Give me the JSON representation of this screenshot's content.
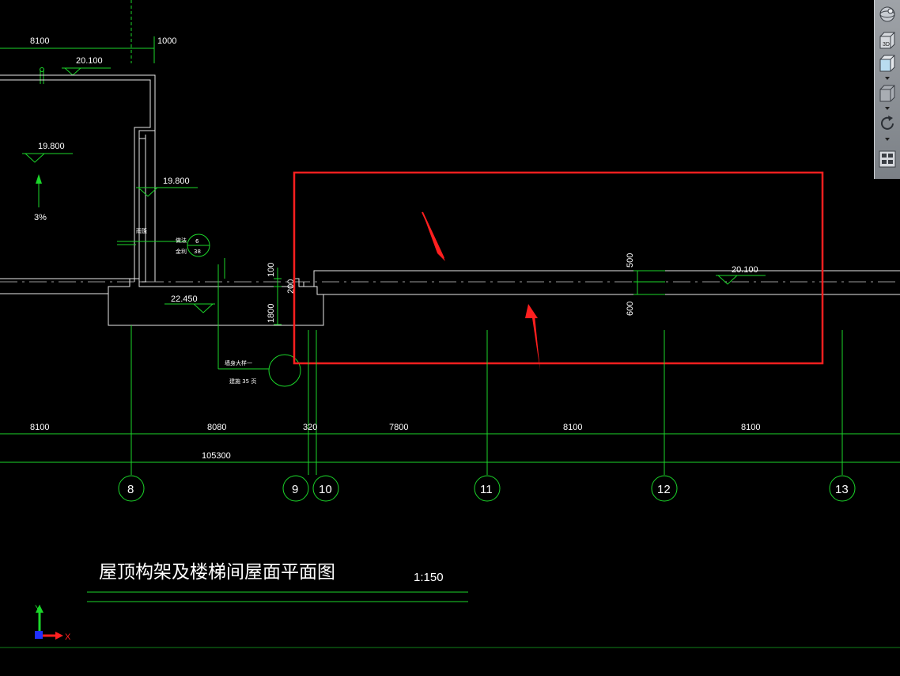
{
  "drawing": {
    "title": "屋顶构架及楼梯间屋面平面图",
    "scale": "1:150",
    "top_dims": {
      "d1": "8100",
      "d2": "1000"
    },
    "elevations": {
      "e1": "20.100",
      "e2": "19.800",
      "e3": "19.800",
      "e4": "22.450",
      "e5": "20.100"
    },
    "slope": "3%",
    "label_canopy": "雨篷",
    "detail_ref": {
      "top_left": "做法",
      "bottom_left": "金利",
      "top": "6",
      "bottom": "38"
    },
    "vertical_dims": {
      "v100": "100",
      "v200": "200",
      "v1800": "1800",
      "v500": "500",
      "v600": "600"
    },
    "note_line1": "墙身大样一",
    "note_line2": "建施  35  页",
    "bottom_dims": [
      "8100",
      "8080",
      "320",
      "7800",
      "8100",
      "8100"
    ],
    "total_dim": "105300",
    "axes": [
      "8",
      "9",
      "10",
      "11",
      "12",
      "13"
    ],
    "ucs": {
      "y": "Y",
      "x": "X"
    }
  },
  "colors": {
    "background": "#000000",
    "lines": "#1bd62a",
    "walls": "#e8e8e8",
    "highlight": "#ff1f1f"
  },
  "toolbar": {
    "icons": [
      "steering-wheel-icon",
      "view-cube-3d-icon",
      "view-front-icon",
      "view-iso-icon",
      "orbit-icon",
      "viewport-grid-icon"
    ],
    "cube_label": "3D"
  }
}
